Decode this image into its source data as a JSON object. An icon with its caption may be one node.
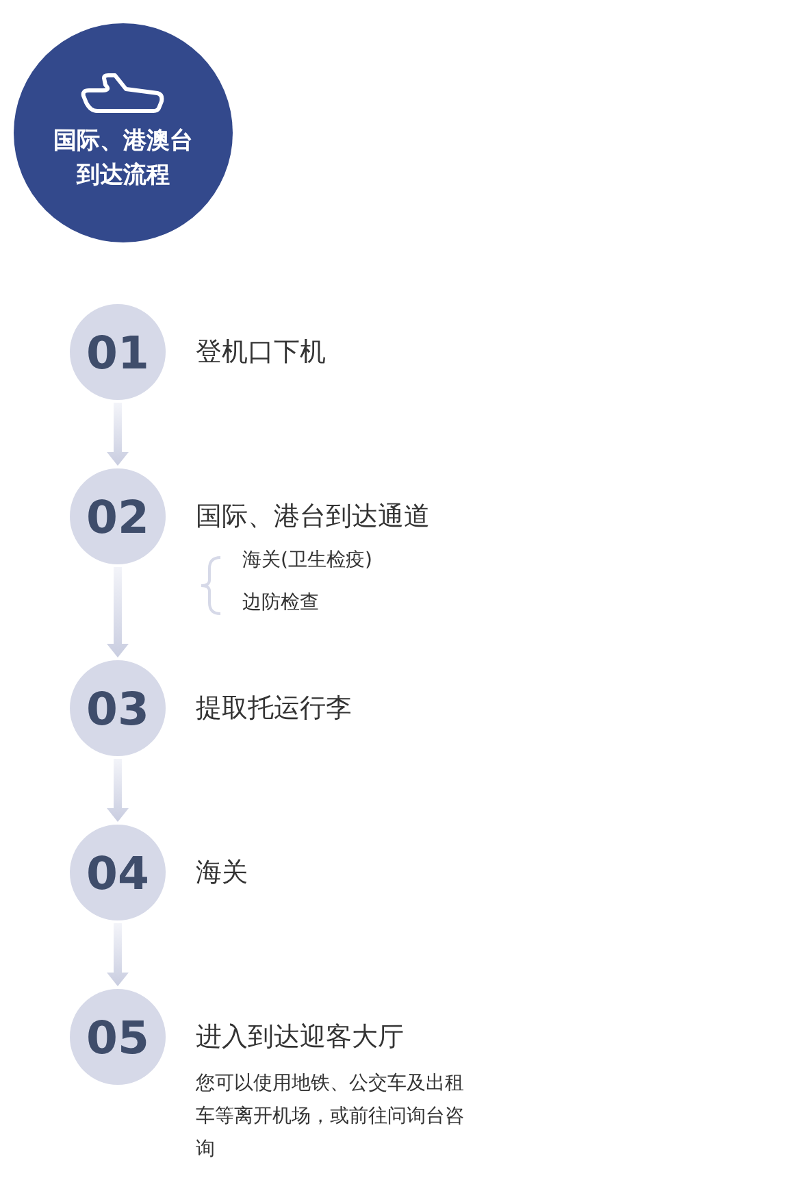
{
  "diagram": {
    "nodes": [
      {
        "text": [
          "国际、港澳台到达流程"
        ]
      },
      {
        "text": [
          "01"
        ],
        "beside": [
          "登机口下机"
        ]
      },
      {
        "text": [
          "02"
        ],
        "beside": [
          "国际、港台到达通道",
          "海关(卫生检疫)",
          "边防检查"
        ]
      },
      {
        "text": [
          "03"
        ],
        "beside": [
          "提取托运行李"
        ]
      },
      {
        "text": [
          "04"
        ],
        "beside": [
          "海关"
        ]
      },
      {
        "text": [
          "05"
        ],
        "beside": [
          "进入到达迎客大厅",
          "您可以使用地铁、公交车及出租车等离开机场，或前往问询台咨询"
        ]
      }
    ],
    "edges": [
      {
        "from": 1,
        "to": 2,
        "arrow": "to"
      },
      {
        "from": 2,
        "to": 3,
        "arrow": "to"
      },
      {
        "from": 3,
        "to": 4,
        "arrow": "to"
      },
      {
        "from": 4,
        "to": 5,
        "arrow": "to"
      }
    ]
  }
}
